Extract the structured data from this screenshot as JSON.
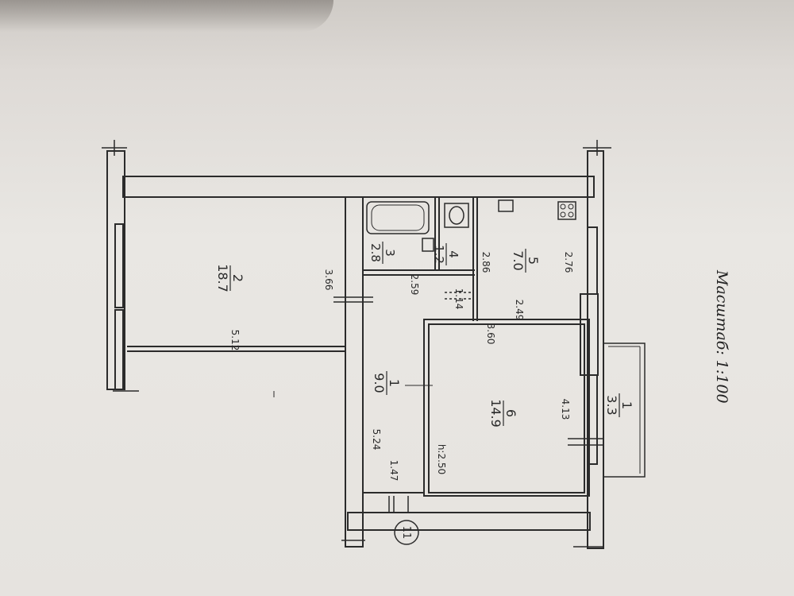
{
  "scale_label": "Масштаб: 1:100",
  "rooms": [
    {
      "number": "1",
      "area": "9.0"
    },
    {
      "number": "2",
      "area": "18.7"
    },
    {
      "number": "3",
      "area": "2.8"
    },
    {
      "number": "4",
      "area": "1.2"
    },
    {
      "number": "5",
      "area": "7.0"
    },
    {
      "number": "6",
      "area": "14.9"
    },
    {
      "number": "1",
      "area": "3.3"
    }
  ],
  "dimensions": [
    "3.66",
    "5.12",
    "2.59",
    "1.14",
    "2.86",
    "2.76",
    "2.49",
    "3.60",
    "4.13",
    "5.24",
    "1.47"
  ],
  "height_label": "h:2.50",
  "apartment_number": "11"
}
